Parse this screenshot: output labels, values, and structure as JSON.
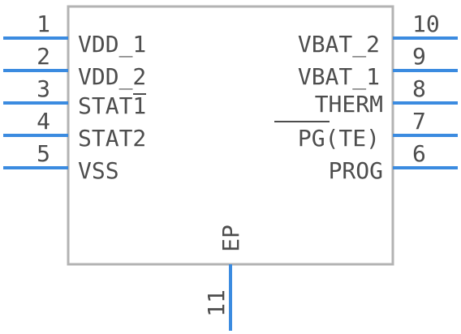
{
  "component": {
    "left_pins": [
      {
        "number": "1",
        "name": "VDD_1"
      },
      {
        "number": "2",
        "name": "VDD_2"
      },
      {
        "number": "3",
        "name": "STAT1"
      },
      {
        "number": "4",
        "name": "STAT2"
      },
      {
        "number": "5",
        "name": "VSS"
      }
    ],
    "right_pins": [
      {
        "number": "10",
        "name": "VBAT_2"
      },
      {
        "number": "9",
        "name": "VBAT_1"
      },
      {
        "number": "8",
        "name": "THERM"
      },
      {
        "number": "7",
        "name": "PG(TE)"
      },
      {
        "number": "6",
        "name": "PROG"
      }
    ],
    "bottom_pin": {
      "number": "11",
      "name": "EP"
    }
  },
  "colors": {
    "pin": "#3b8be0",
    "outline": "#b3b3b3",
    "text": "#4d4d4d"
  }
}
